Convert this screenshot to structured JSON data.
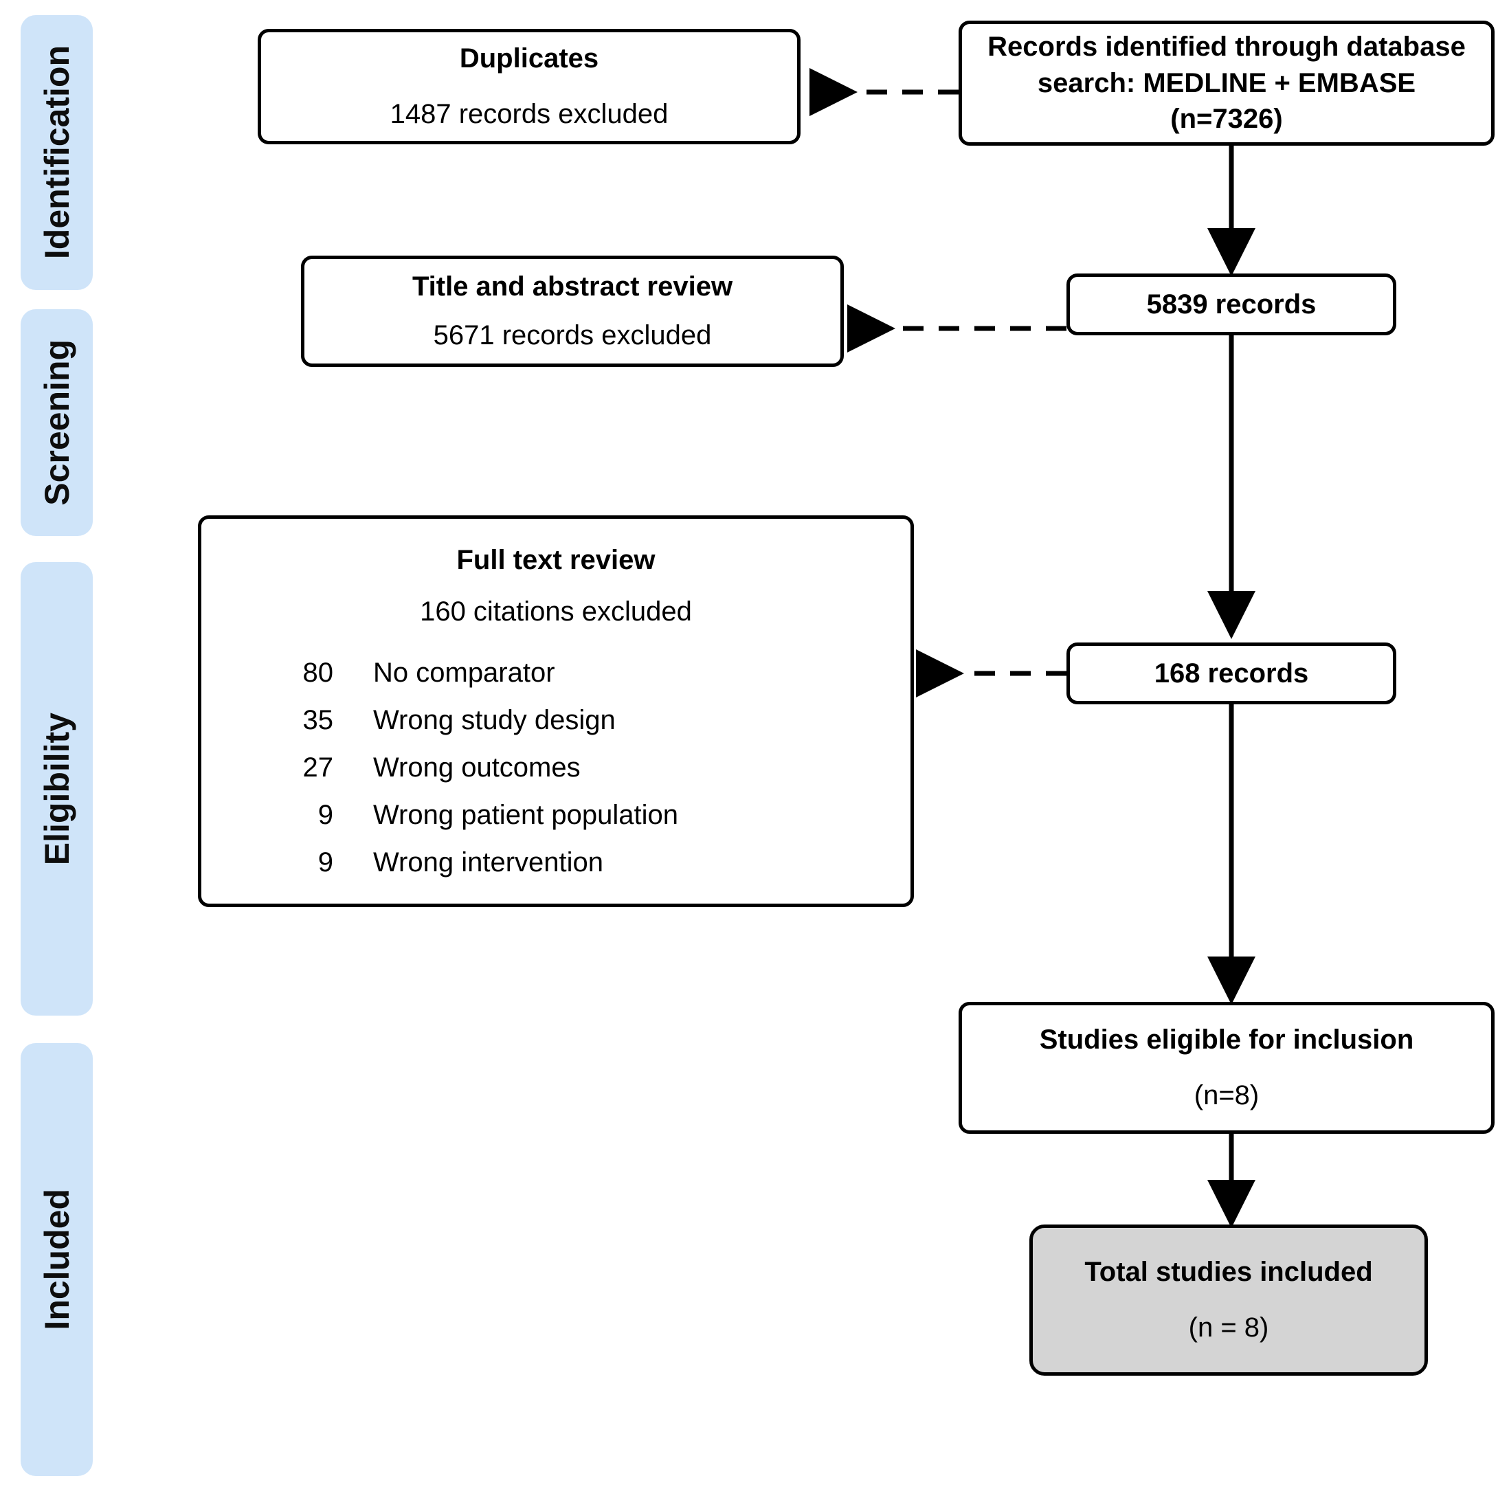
{
  "diagram": {
    "title": "PRISMA study selection flow diagram",
    "accent_color": "#cfe4f9",
    "shaded_box_color": "#d4d4d4",
    "line_color": "#000000"
  },
  "stages": [
    {
      "label": "Identification"
    },
    {
      "label": "Screening"
    },
    {
      "label": "Eligibility"
    },
    {
      "label": "Included"
    }
  ],
  "boxes": {
    "identified": {
      "line1": "Records identified through database",
      "line2": "search: MEDLINE + EMBASE",
      "line3": "(n=7326)"
    },
    "duplicates": {
      "title": "Duplicates",
      "sub": "1487 records excluded"
    },
    "records_after_dupes": {
      "title": "5839 records"
    },
    "title_abstract": {
      "title": "Title and abstract review",
      "sub": "5671 records excluded"
    },
    "records_after_screen": {
      "title": "168 records"
    },
    "full_text": {
      "title": "Full text review",
      "sub": "160 citations excluded",
      "reasons": [
        {
          "count": "80",
          "label": "No comparator"
        },
        {
          "count": "35",
          "label": "Wrong study design"
        },
        {
          "count": "27",
          "label": "Wrong outcomes"
        },
        {
          "count": "9",
          "label": "Wrong patient population"
        },
        {
          "count": "9",
          "label": "Wrong intervention"
        }
      ]
    },
    "eligible": {
      "title": "Studies eligible for inclusion",
      "sub": "(n=8)"
    },
    "total_included": {
      "title": "Total studies included",
      "sub": "(n = 8)"
    }
  },
  "chart_data": {
    "type": "diagram",
    "title": "PRISMA flow diagram",
    "nodes": [
      {
        "id": "identified",
        "stage": "Identification",
        "label": "Records identified through database search: MEDLINE + EMBASE",
        "n": 7326
      },
      {
        "id": "duplicates",
        "stage": "Identification",
        "label": "Duplicates",
        "excluded": 1487
      },
      {
        "id": "after_dupes",
        "stage": "Screening",
        "label": "records",
        "n": 5839
      },
      {
        "id": "title_abstract",
        "stage": "Screening",
        "label": "Title and abstract review",
        "excluded": 5671
      },
      {
        "id": "after_screen",
        "stage": "Eligibility",
        "label": "records",
        "n": 168
      },
      {
        "id": "full_text",
        "stage": "Eligibility",
        "label": "Full text review",
        "excluded": 160
      },
      {
        "id": "eligible",
        "stage": "Included",
        "label": "Studies eligible for inclusion",
        "n": 8
      },
      {
        "id": "total",
        "stage": "Included",
        "label": "Total studies included",
        "n": 8
      }
    ],
    "exclusion_reasons": [
      {
        "reason": "No comparator",
        "count": 80
      },
      {
        "reason": "Wrong study design",
        "count": 35
      },
      {
        "reason": "Wrong outcomes",
        "count": 27
      },
      {
        "reason": "Wrong patient population",
        "count": 9
      },
      {
        "reason": "Wrong intervention",
        "count": 9
      }
    ],
    "edges": [
      {
        "from": "identified",
        "to": "duplicates",
        "style": "dashed"
      },
      {
        "from": "identified",
        "to": "after_dupes",
        "style": "solid"
      },
      {
        "from": "after_dupes",
        "to": "title_abstract",
        "style": "dashed"
      },
      {
        "from": "after_dupes",
        "to": "after_screen",
        "style": "solid"
      },
      {
        "from": "after_screen",
        "to": "full_text",
        "style": "dashed"
      },
      {
        "from": "after_screen",
        "to": "eligible",
        "style": "solid"
      },
      {
        "from": "eligible",
        "to": "total",
        "style": "solid"
      }
    ]
  }
}
